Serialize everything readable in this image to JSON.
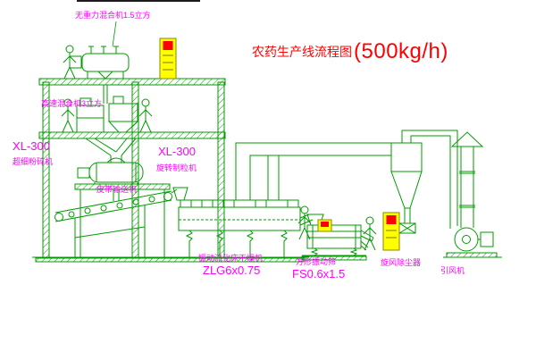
{
  "title": {
    "main": "农药生产线流程图",
    "capacity": "(500kg/h)"
  },
  "labels": {
    "mixer_top": "无重力混合机1.5立方",
    "mixer_mid": "高速混合机3立方",
    "pulverizer_model": "XL-300",
    "pulverizer_name": "超细粉碎机",
    "granulator_model": "XL-300",
    "granulator_name": "旋转制粒机",
    "belt_conveyor": "皮带输送机",
    "dryer_name": "振动流化床干燥机",
    "dryer_model": "ZLG6x0.75",
    "screen_name": "方形振动筛",
    "screen_model": "FS0.6x1.5",
    "cyclone_name": "旋风除尘器",
    "fan_name": "引风机"
  },
  "colors": {
    "line_green": "#009b00",
    "label_magenta": "#ff00ff",
    "title_red": "#ff0000",
    "cabinet_yellow": "#ffff00",
    "cabinet_red": "#ff0000"
  }
}
